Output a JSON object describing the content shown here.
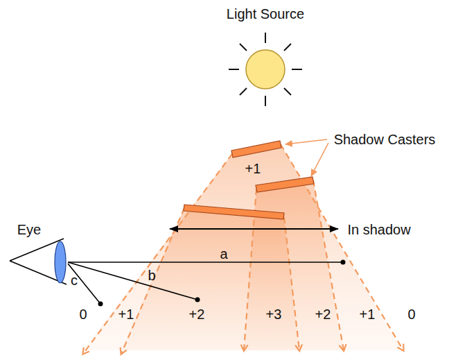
{
  "diagram": {
    "labels": [
      "Light Source",
      "Shadow Casters",
      "+1",
      "Eye",
      "In shadow",
      "a",
      "b",
      "c",
      "0",
      "+1",
      "+2",
      "+3",
      "+2",
      "+1",
      "0"
    ]
  }
}
